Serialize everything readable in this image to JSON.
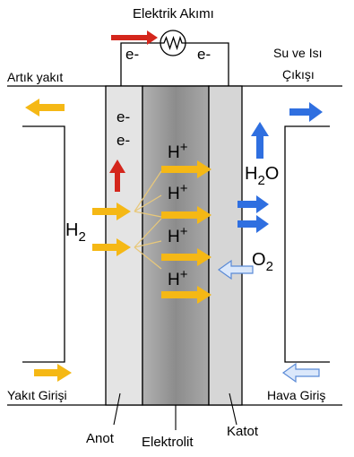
{
  "labels": {
    "current": "Elektrik Akımı",
    "electron_left": "e-",
    "electron_right": "e-",
    "electron_1": "e-",
    "electron_2": "e-",
    "exhaust_fuel": "Artık yakıt",
    "water_heat_line1": "Su ve Isı",
    "water_heat_line2": "Çıkışı",
    "h2": "H",
    "h2_sub": "2",
    "hplus": "H",
    "hplus_sup": "+",
    "h2o_h": "H",
    "h2o_sub": "2",
    "h2o_o": "O",
    "o2": "O",
    "o2_sub": "2",
    "fuel_inlet": "Yakıt Girişi",
    "air_inlet": "Hava Giriş",
    "anode": "Anot",
    "electrolyte": "Elektrolit",
    "cathode": "Katot"
  },
  "colors": {
    "fuel_arrow": "#f5b815",
    "electron_arrow": "#d4261c",
    "water_arrow": "#2f6fe0",
    "air_arrow": "#dbe8fb",
    "air_arrow_stroke": "#5a8ad6",
    "anode_fill": "#e4e4e4",
    "electrolyte_fill": "#9a9a9a",
    "cathode_fill": "#d6d6d6"
  },
  "icons": [
    "resistor-icon",
    "arrow-icon"
  ]
}
